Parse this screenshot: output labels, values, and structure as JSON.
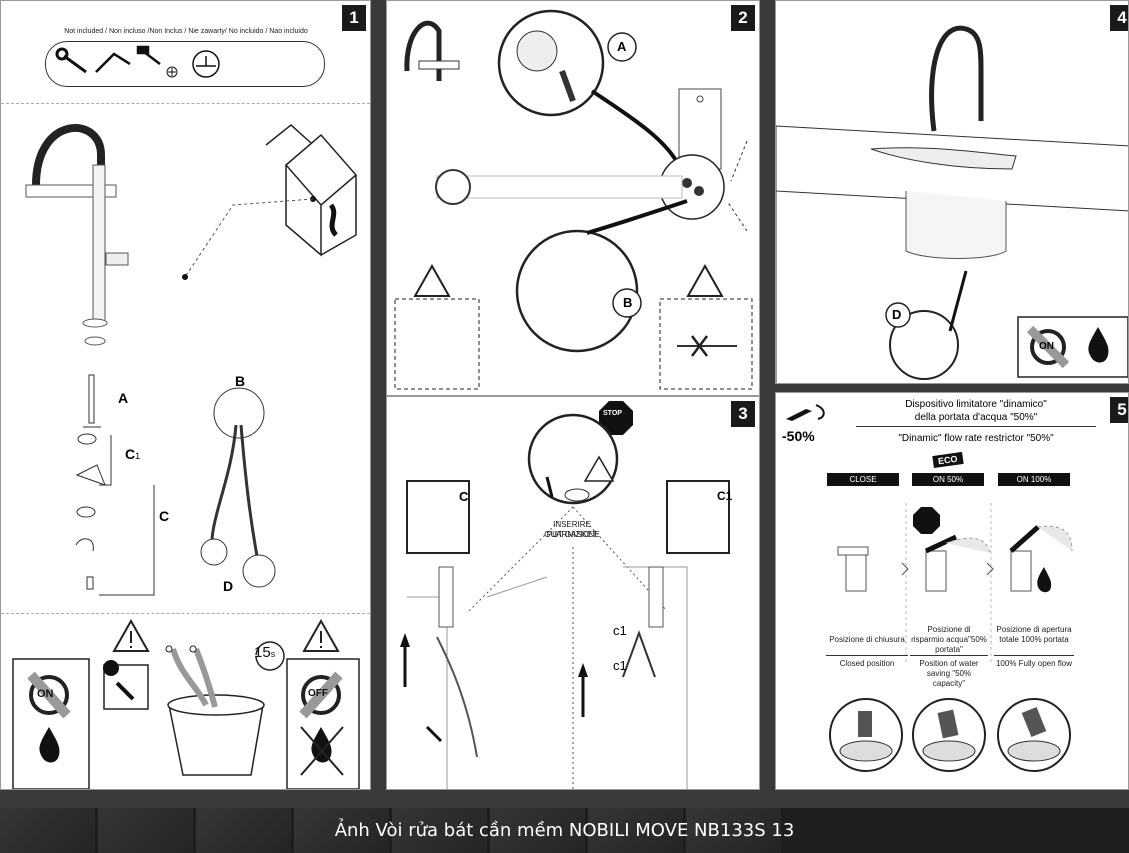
{
  "panel1": {
    "number": "1",
    "not_included": "Not included / Non incluso /Non Inclus / Nie zawarty/ No incluido / Nao incluido",
    "labels": {
      "a": "A",
      "b": "B",
      "c": "C",
      "c1": "C",
      "c1_sub": "1",
      "d": "D"
    },
    "timer": "15",
    "timer_unit": "s",
    "on_label": "ON",
    "off_label": "OFF"
  },
  "panel2": {
    "number": "2",
    "label_a": "A",
    "label_b": "B"
  },
  "panel3": {
    "number": "3",
    "label_c": "C",
    "label_c1": "C1",
    "stop": "STOP",
    "gasket_it": "INSERIRE GUARNIZIONE",
    "gasket_en": "PUT GASKET",
    "c1_a": "c1",
    "c1_b": "c1"
  },
  "panel4": {
    "number": "4",
    "label_d": "D",
    "on_label": "ON"
  },
  "panel5": {
    "number": "5",
    "percent": "-50%",
    "title_it_1": "Dispositivo limitatore \"dinamico\"",
    "title_it_2": "della portata d'acqua \"50%\"",
    "title_en": "\"Dinamic\" flow rate restrictor \"50%\"",
    "eco": "ECO",
    "stop": "STOP",
    "close": "CLOSE",
    "on50": "ON  50%",
    "on100": "ON  100%",
    "pos_close_it": "Posizione di chiusura",
    "pos_close_en": "Closed position",
    "pos_save_it": "Posizione di risparmio acqua\"50% portata\"",
    "pos_save_en": "Position of water saving \"50% capacity\"",
    "pos_open_it": "Posizione di apertura totale 100% portata",
    "pos_open_en": "100% Fully open flow"
  },
  "caption": "Ảnh Vòi rửa bát cần mềm NOBILI MOVE NB133S 13"
}
